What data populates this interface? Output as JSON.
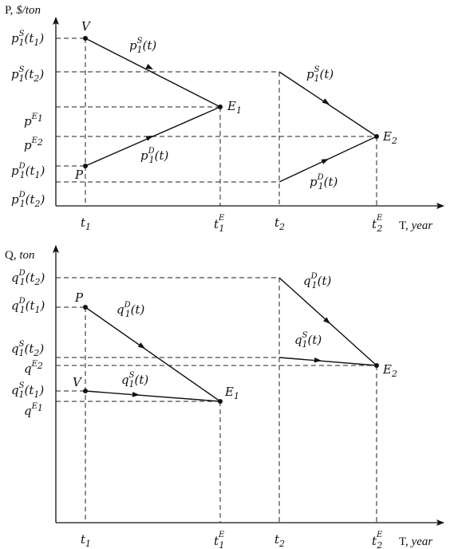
{
  "top_panel": {
    "y_axis": {
      "name": "P, ",
      "unit": "$/ton"
    },
    "x_axis": {
      "name": "T, ",
      "unit": "year"
    },
    "y_ticks": [
      {
        "base": "p",
        "sub": "1",
        "sup": "S",
        "arg": "(t",
        "argsub": "1",
        "close": ")"
      },
      {
        "base": "p",
        "sub": "1",
        "sup": "S",
        "arg": "(t",
        "argsub": "2",
        "close": ")"
      },
      {
        "base": "p",
        "sup": "E",
        "supsub": "1"
      },
      {
        "base": "p",
        "sup": "E",
        "supsub": "2"
      },
      {
        "base": "p",
        "sub": "1",
        "sup": "D",
        "arg": "(t",
        "argsub": "1",
        "close": ")"
      },
      {
        "base": "p",
        "sub": "1",
        "sup": "D",
        "arg": "(t",
        "argsub": "2",
        "close": ")"
      }
    ],
    "x_ticks": [
      {
        "base": "t",
        "sub": "1"
      },
      {
        "base": "t",
        "sub": "1",
        "sup": "E"
      },
      {
        "base": "t",
        "sub": "2"
      },
      {
        "base": "t",
        "sub": "2",
        "sup": "E"
      }
    ],
    "points": {
      "v": "V",
      "p": "P",
      "e1": "E",
      "e1_sub": "1",
      "e2": "E",
      "e2_sub": "2"
    },
    "curves": [
      {
        "base": "p",
        "sub": "1",
        "sup": "S",
        "arg": "(t)"
      },
      {
        "base": "p",
        "sub": "1",
        "sup": "D",
        "arg": "(t)"
      },
      {
        "base": "p",
        "sub": "1",
        "sup": "S",
        "arg": "(t)"
      },
      {
        "base": "p",
        "sub": "1",
        "sup": "D",
        "arg": "(t)"
      }
    ]
  },
  "bottom_panel": {
    "y_axis": {
      "name": "Q, ",
      "unit": "ton"
    },
    "x_axis": {
      "name": "T, ",
      "unit": "year"
    },
    "y_ticks": [
      {
        "base": "q",
        "sub": "1",
        "sup": "D",
        "arg": "(t",
        "argsub": "2",
        "close": ")"
      },
      {
        "base": "q",
        "sub": "1",
        "sup": "D",
        "arg": "(t",
        "argsub": "1",
        "close": ")"
      },
      {
        "base": "q",
        "sub": "1",
        "sup": "S",
        "arg": "(t",
        "argsub": "2",
        "close": ")"
      },
      {
        "base": "q",
        "sup": "E",
        "supsub": "2"
      },
      {
        "base": "q",
        "sub": "1",
        "sup": "S",
        "arg": "(t",
        "argsub": "1",
        "close": ")"
      },
      {
        "base": "q",
        "sup": "E",
        "supsub": "1"
      }
    ],
    "x_ticks": [
      {
        "base": "t",
        "sub": "1"
      },
      {
        "base": "t",
        "sub": "1",
        "sup": "E"
      },
      {
        "base": "t",
        "sub": "2"
      },
      {
        "base": "t",
        "sub": "2",
        "sup": "E"
      }
    ],
    "points": {
      "p": "P",
      "v": "V",
      "e1": "E",
      "e1_sub": "1",
      "e2": "E",
      "e2_sub": "2"
    },
    "curves": [
      {
        "base": "q",
        "sub": "1",
        "sup": "D",
        "arg": "(t)"
      },
      {
        "base": "q",
        "sub": "1",
        "sup": "S",
        "arg": "(t)"
      },
      {
        "base": "q",
        "sub": "1",
        "sup": "D",
        "arg": "(t)"
      },
      {
        "base": "q",
        "sub": "1",
        "sup": "S",
        "arg": "(t)"
      }
    ]
  }
}
